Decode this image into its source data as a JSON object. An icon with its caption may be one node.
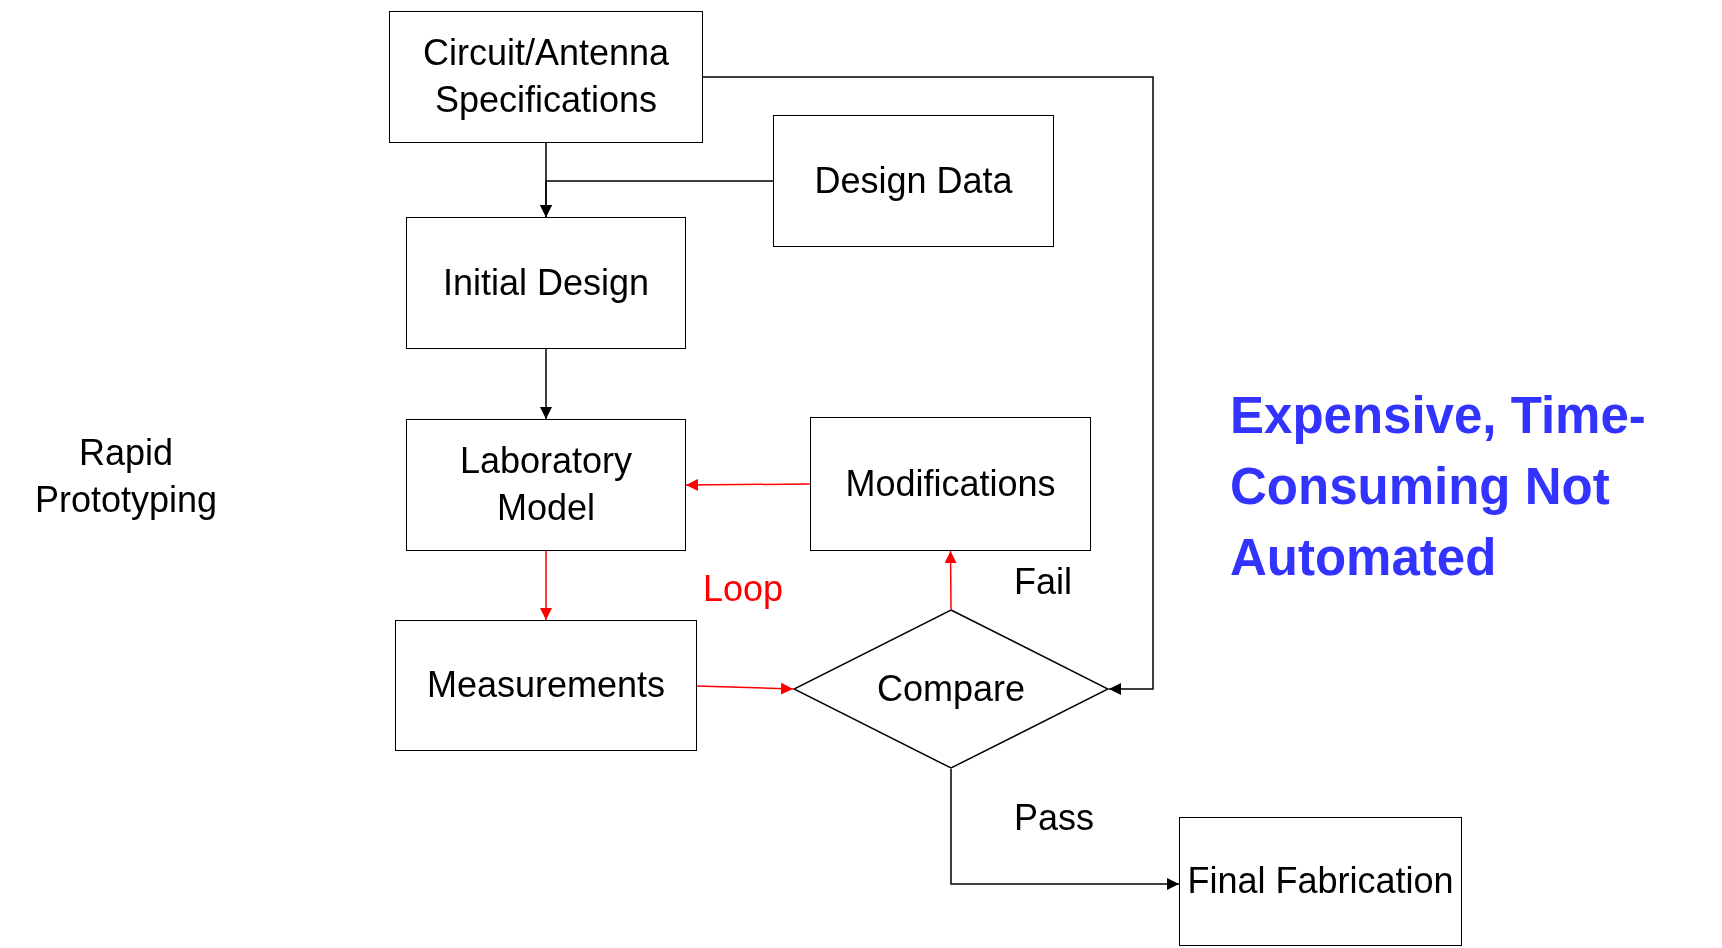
{
  "diagram": {
    "nodes": [
      {
        "text": [
          "Circuit/Antenna Specifications"
        ]
      },
      {
        "text": [
          "Design Data"
        ]
      },
      {
        "text": [
          "Initial Design"
        ]
      },
      {
        "text": [
          "Laboratory Model"
        ]
      },
      {
        "text": [
          "Modifications"
        ]
      },
      {
        "text": [
          "Measurements"
        ]
      },
      {
        "text": [
          "Compare"
        ]
      },
      {
        "text": [
          "Final Fabrication"
        ]
      }
    ],
    "edges": [
      {
        "from": 0,
        "to": 2,
        "arrow": "to"
      },
      {
        "from": 1,
        "to": 2,
        "arrow": "to"
      },
      {
        "from": 2,
        "to": 3,
        "arrow": "to"
      },
      {
        "from": 4,
        "to": 3,
        "arrow": "to",
        "color": "#ff0000"
      },
      {
        "from": 3,
        "to": 5,
        "arrow": "to",
        "color": "#ff0000"
      },
      {
        "from": 5,
        "to": 6,
        "arrow": "to",
        "color": "#ff0000"
      },
      {
        "from": 6,
        "to": 4,
        "arrow": "to",
        "label": "Fail",
        "color": "#ff0000"
      },
      {
        "from": 0,
        "to": 6,
        "arrow": "to"
      },
      {
        "from": 6,
        "to": 7,
        "arrow": "to",
        "label": "Pass"
      }
    ],
    "labels": [
      "Rapid Prototyping",
      "Loop",
      "Expensive, Time-Consuming Not Automated"
    ]
  }
}
